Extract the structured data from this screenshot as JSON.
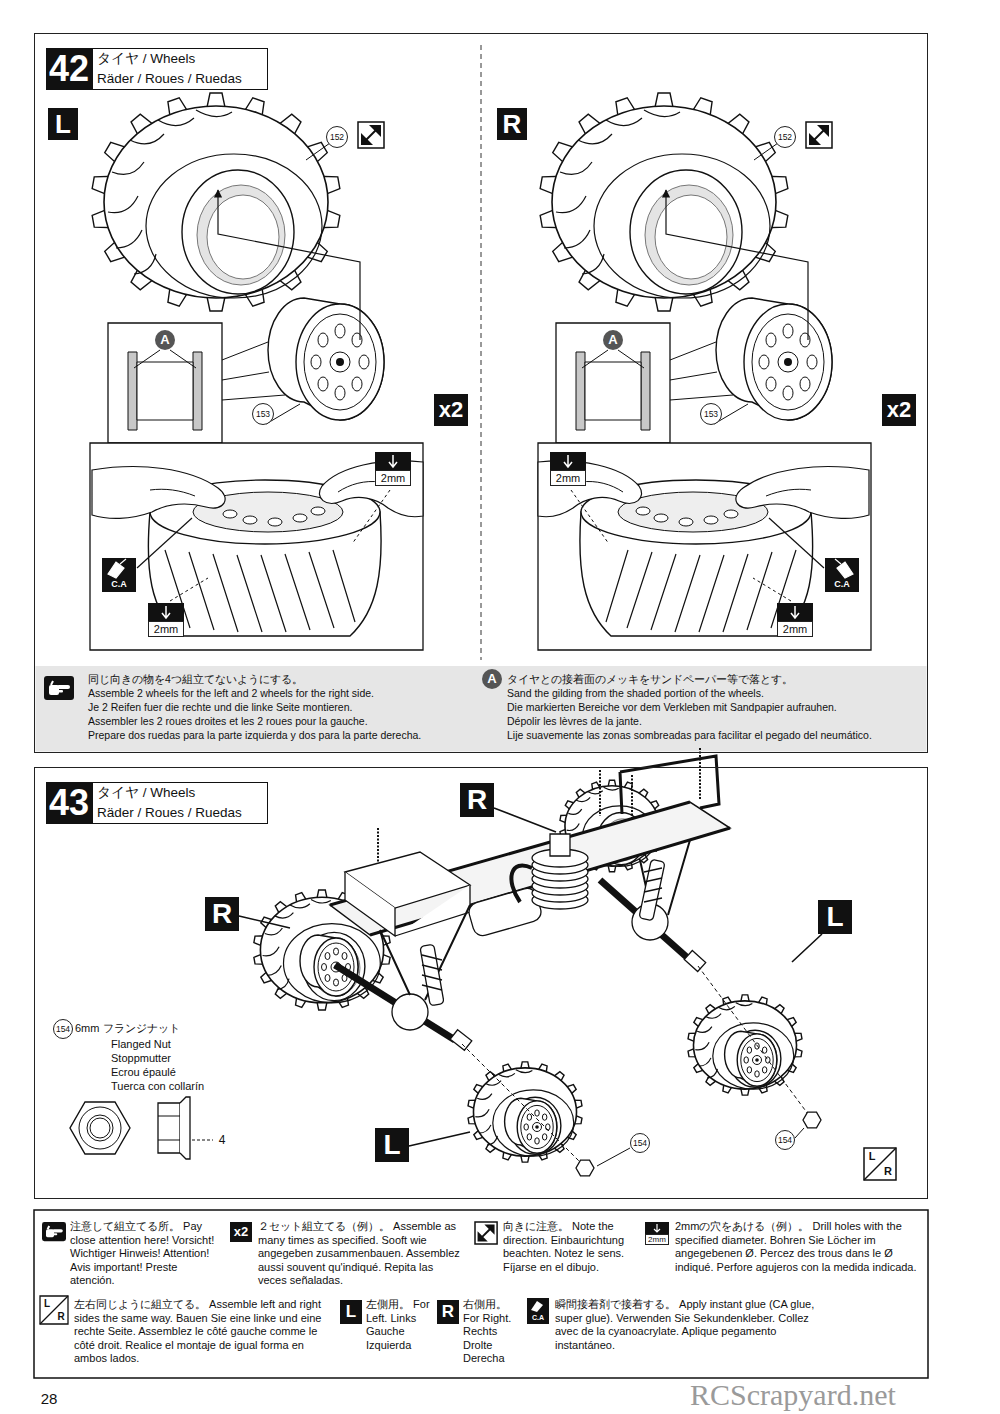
{
  "diagram": {
    "nodes": [
      {
        "text": [
          "42",
          "タイヤ / Wheels",
          "Räder / Roues / Ruedas"
        ]
      },
      {
        "text": [
          "同じ向きの物を4つ組立てないようにする。",
          "Assemble 2 wheels for the left and 2 wheels for the right side.",
          "Je 2 Reifen fuer die rechte und die linke Seite montieren.",
          "Assembler les 2 roues droites et les 2 roues pour la gauche.",
          "Prepare dos ruedas para la parte izquierda y dos para la parte derecha.",
          "タイヤとの接着面のメッキをサンドペーパー等で落とす。",
          "Sand the gilding from the shaded portion of the wheels.",
          "Die markierten Bereiche vor dem Verkleben mit Sandpapier aufrauhen.",
          "Dépolir les lèvres de la jante.",
          "Lije suavemente las zonas sombreadas para facilitar el pegado del neumático."
        ],
        "in": 0
      },
      {
        "text": [
          "43",
          "タイヤ / Wheels",
          "Räder / Roues / Ruedas"
        ]
      },
      {
        "text": [
          "6mm フランジナット",
          "Flanged Nut",
          "Stoppmutter",
          "Ecrou épaulé",
          "Tuerca con collarín"
        ],
        "in": 2
      }
    ],
    "labels": [
      "L",
      "152",
      "A",
      "153",
      "x2",
      "2mm",
      "2mm",
      "C.A",
      "R",
      "152",
      "A",
      "153",
      "x2",
      "2mm",
      "2mm",
      "C.A",
      "A",
      "R",
      "R",
      "L",
      "L",
      "154",
      "154",
      "154",
      "4",
      "L",
      "R",
      "x2",
      "2mm",
      "L",
      "R",
      "L",
      "R",
      "C.A",
      "28",
      "RCScrapyard.net"
    ],
    "legend": [
      {
        "text": "注意して組立てる所。 Pay close attention here! Vorsicht! Wichtiger Hinweis! Attention! Avis important! Preste atención."
      },
      {
        "text": "２セット組立てる（例）。 Assemble as many times as specified. Sooft wie angegeben zusammenbauen. Assemblez aussi souvent qu'indiqué. Repita las veces señaladas."
      },
      {
        "text": "向きに注意。 Note the direction. Einbaurichtung beachten. Notez le sens. Fíjarse en el dibujo."
      },
      {
        "text": "2mmの穴をあける（例）。 Drill holes with the specified diameter. Bohren Sie Löcher im angegebenen Ø. Percez des trous dans le Ø indiqué. Perfore agujeros con la medida indicada."
      },
      {
        "text": "左右同じように組立てる。 Assemble left and right sides the same way. Bauen Sie eine linke und eine rechte Seite. Assemblez le côté gauche comme le côté droit. Realice el montaje de igual forma en ambos lados."
      },
      {
        "text": "左側用。 For Left. Links Gauche Izquierda"
      },
      {
        "text": "右側用。 For Right. Rechts Drolte Derecha"
      },
      {
        "text": "瞬間接着剤で接着する。 Apply instant glue (CA glue, super glue). Verwenden Sie Sekundenkleber. Collez avec de la cyanoacrylate. Aplique pegamento instantáneo."
      }
    ]
  }
}
